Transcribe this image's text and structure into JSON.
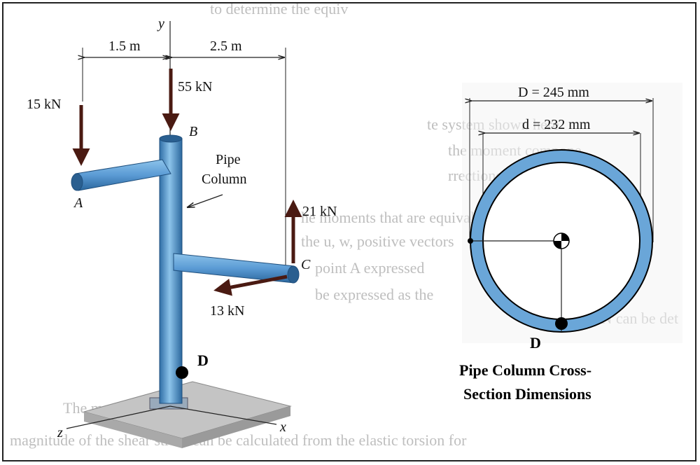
{
  "background_text": [
    "to determine the equiv",
    "te system shown here",
    "the moment compone",
    "rrections about the bi",
    "he moments that are equivalent to th",
    "the u, w, positive vectors",
    "point A expressed",
    "be expressed as the",
    "15 kN can be det",
    "The moment acting about",
    "magnitude of the shear stress can be calculated from the elastic torsion for"
  ],
  "left_diagram": {
    "dim_left": "1.5 m",
    "dim_right": "2.5 m",
    "axis_y": "y",
    "axis_z": "z",
    "axis_x": "x",
    "force_a": "15 kN",
    "force_b": "55 kN",
    "force_c_up": "21 kN",
    "force_c_horiz": "13 kN",
    "point_a": "A",
    "point_b": "B",
    "point_c": "C",
    "point_d": "D",
    "column_label_1": "Pipe",
    "column_label_2": "Column"
  },
  "cross_section": {
    "outer_dim": "D = 245 mm",
    "inner_dim": "d = 232 mm",
    "point_d": "D",
    "caption_1": "Pipe Column Cross-",
    "caption_2": "Section Dimensions"
  },
  "colors": {
    "pipe_fill": "#5b9bd5",
    "pipe_dark": "#2e6fa8",
    "arrow": "#4a1a12",
    "base": "#b8b8b8"
  }
}
